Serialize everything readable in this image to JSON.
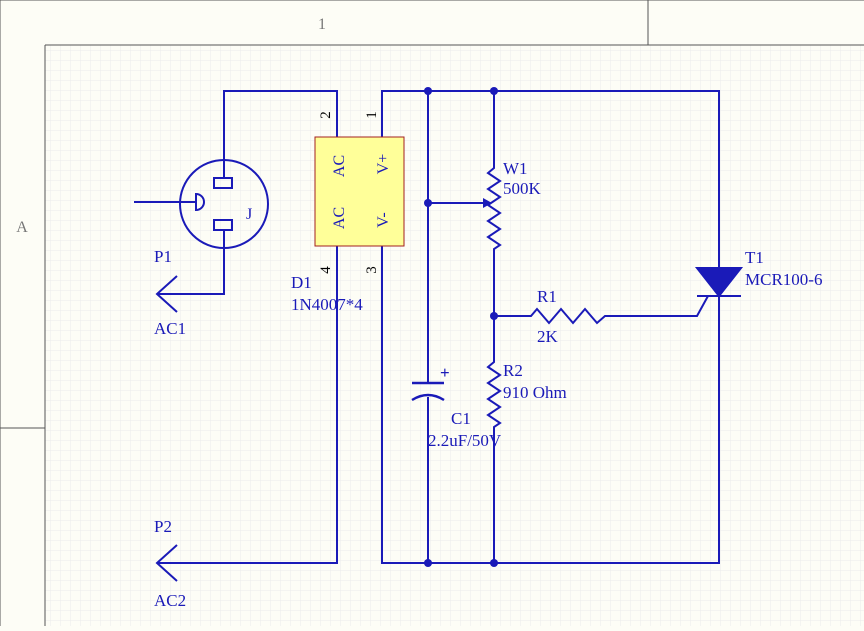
{
  "frame": {
    "column_label": "1",
    "row_label": "A"
  },
  "colors": {
    "wire": "#1a1ab8",
    "junction": "#1a1ab8",
    "label": "#1a1ab8",
    "ref": "#1a1ab8",
    "border": "#555555",
    "grid": "#ececec",
    "component_fill": "#ffff99",
    "component_border": "#a22020",
    "pin": "#000000",
    "sheet_bg": "#fdfdf6",
    "frame_text": "#777777"
  },
  "components": {
    "socket": {
      "designator": "J"
    },
    "bridge": {
      "designator": "D1",
      "value": "1N4007*4",
      "pin_labels": [
        "AC",
        "AC",
        "V+",
        "V-"
      ],
      "pin_numbers": [
        "2",
        "4",
        "1",
        "3"
      ]
    },
    "w1": {
      "designator": "W1",
      "value": "500K"
    },
    "r1": {
      "designator": "R1",
      "value": "2K"
    },
    "r2": {
      "designator": "R2",
      "value": "910 Ohm"
    },
    "c1": {
      "designator": "C1",
      "value": "2.2uF/50V",
      "polarity": "+"
    },
    "t1": {
      "designator": "T1",
      "value": "MCR100-6"
    },
    "p1": {
      "designator": "P1",
      "net": "AC1"
    },
    "p2": {
      "designator": "P2",
      "net": "AC2"
    }
  }
}
